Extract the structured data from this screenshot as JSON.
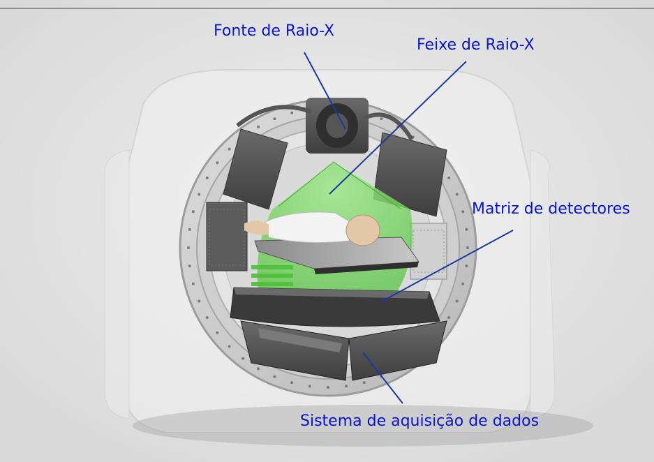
{
  "labels": {
    "xray_source": "Fonte de Raio-X",
    "xray_beam": "Feixe de Raio-X",
    "detector_array": "Matriz de detectores",
    "data_acquisition": "Sistema de aquisição de dados"
  },
  "colors": {
    "label_text": "#0a14c8",
    "leader_line": "#1a3aa0",
    "beam_green": "#6fd45a",
    "background": "#e3e3e3"
  }
}
